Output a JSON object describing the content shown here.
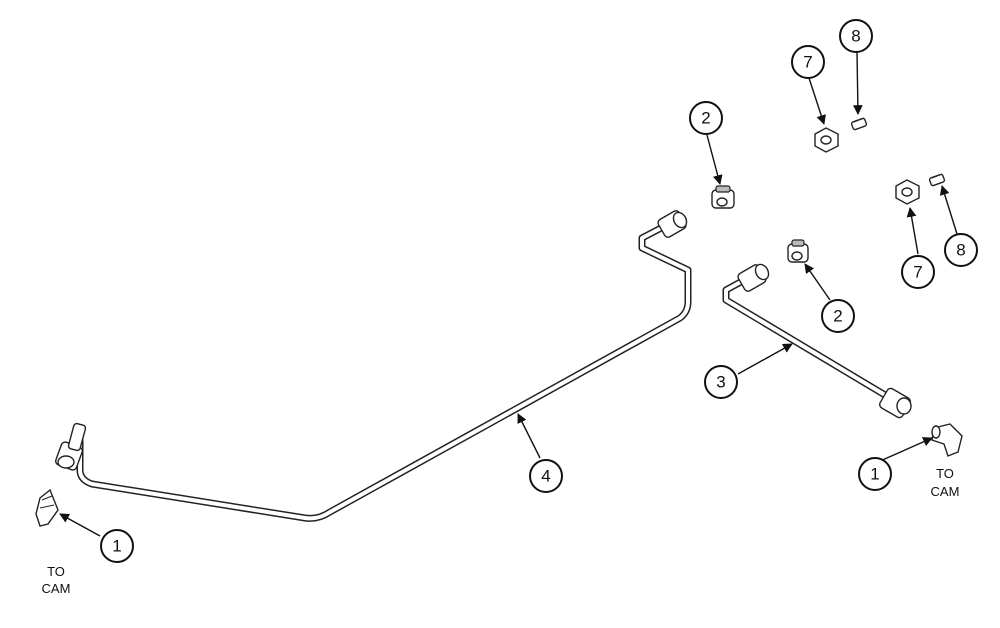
{
  "callouts": [
    {
      "id": "c1-left",
      "label": "1"
    },
    {
      "id": "c1-right",
      "label": "1"
    },
    {
      "id": "c2-top",
      "label": "2"
    },
    {
      "id": "c2-mid",
      "label": "2"
    },
    {
      "id": "c3",
      "label": "3"
    },
    {
      "id": "c4",
      "label": "4"
    },
    {
      "id": "c7-top",
      "label": "7"
    },
    {
      "id": "c7-bottom",
      "label": "7"
    },
    {
      "id": "c8-top",
      "label": "8"
    },
    {
      "id": "c8-bottom",
      "label": "8"
    }
  ],
  "notes": {
    "left": {
      "line1": "TO",
      "line2": "CAM"
    },
    "right": {
      "line1": "TO",
      "line2": "CAM"
    }
  }
}
